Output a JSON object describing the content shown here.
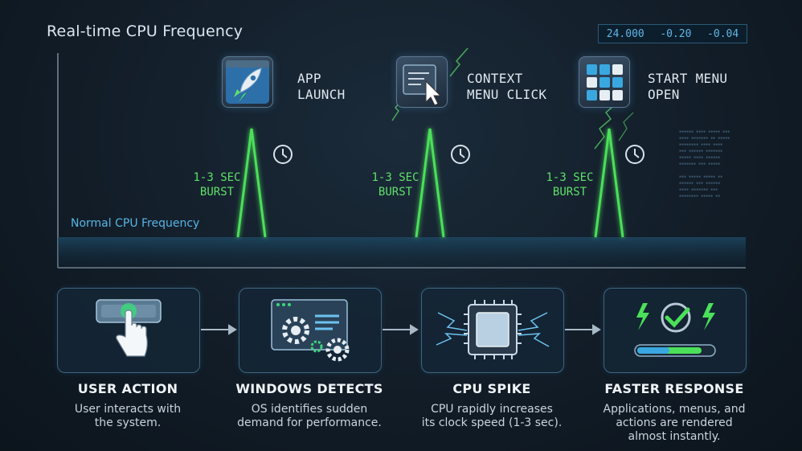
{
  "title": "Real-time CPU Frequency",
  "readout": [
    "24.000",
    "-0.20",
    "-0.04"
  ],
  "normal_label": "Normal CPU Frequency",
  "events": [
    {
      "line1": "APP",
      "line2": "LAUNCH",
      "icon": "rocket-icon"
    },
    {
      "line1": "CONTEXT",
      "line2": "MENU CLICK",
      "icon": "cursor-menu-icon"
    },
    {
      "line1": "START MENU",
      "line2": "OPEN",
      "icon": "start-grid-icon"
    }
  ],
  "burst": {
    "line1": "1-3 SEC",
    "line2": "BURST"
  },
  "steps": [
    {
      "title": "USER ACTION",
      "desc1": "User interacts with",
      "desc2": "the system."
    },
    {
      "title": "WINDOWS DETECTS",
      "desc1": "OS identifies sudden",
      "desc2": "demand for performance."
    },
    {
      "title": "CPU SPIKE",
      "desc1": "CPU rapidly increases",
      "desc2": "its clock speed (1-3 sec)."
    },
    {
      "title": "FASTER RESPONSE",
      "desc1": "Applications, menus, and",
      "desc2": "actions are rendered",
      "desc3": "almost instantly."
    }
  ],
  "colors": {
    "accent_blue": "#3aa8e0",
    "spike_green": "#4be05a",
    "border": "#3d6680"
  }
}
